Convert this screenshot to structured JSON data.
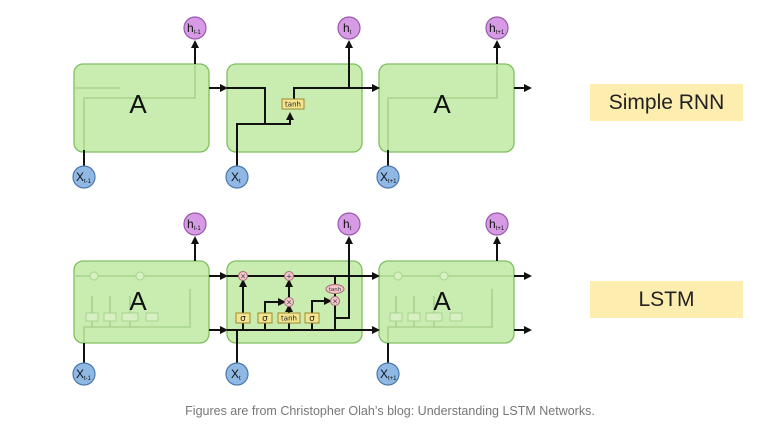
{
  "diagram": {
    "cell_label": "A",
    "tanh_label": "tanh",
    "sigma_label": "σ",
    "times_label": "×",
    "plus_label": "+",
    "x_symbol": "X",
    "h_symbol": "h",
    "sub_prev": "t-1",
    "sub_t": "t",
    "sub_next": "t+1",
    "colors": {
      "cell_fill": "#c9ecb0",
      "input_node": "#90b8e4",
      "output_node": "#d79be6",
      "gate_fill": "#f4e48f",
      "op_fill": "#f3c6cc",
      "label_bg": "#fdeeb0"
    }
  },
  "labels": {
    "rnn": "Simple RNN",
    "lstm": "LSTM"
  },
  "caption": "Figures are from Christopher Olah’s blog: Understanding LSTM Networks."
}
